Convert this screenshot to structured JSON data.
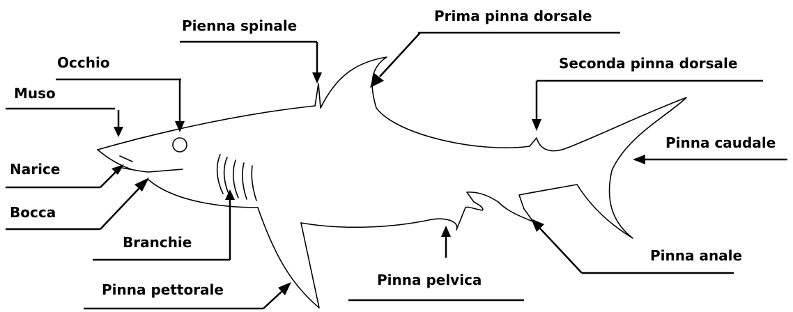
{
  "diagram": {
    "labels": {
      "muso": "Muso",
      "occhio": "Occhio",
      "pienna_spinale": "Pienna spinale",
      "prima_pinna_dorsale": "Prima pinna dorsale",
      "seconda_pinna_dorsale": "Seconda pinna dorsale",
      "narice": "Narice",
      "bocca": "Bocca",
      "branchie": "Branchie",
      "pinna_caudale": "Pinna caudale",
      "pinna_anale": "Pinna anale",
      "pinna_pelvica": "Pinna pelvica",
      "pinna_pettorale": "Pinna pettorale"
    },
    "colors": {
      "line": "#000000",
      "background": "#ffffff"
    }
  }
}
